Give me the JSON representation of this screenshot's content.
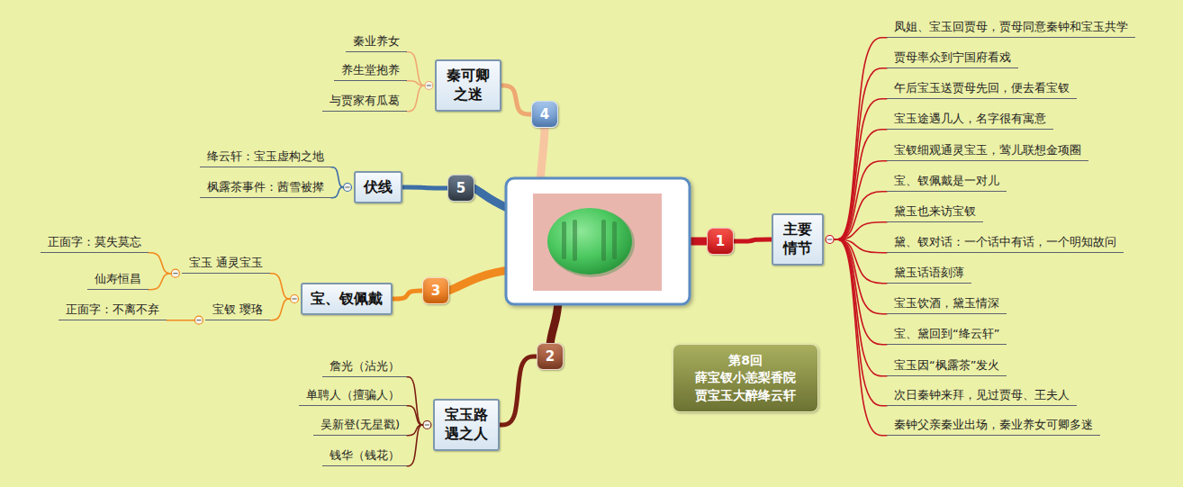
{
  "diagram": {
    "nodes": [
      {
        "text": [
          "1"
        ]
      },
      {
        "text": [
          "主要情节"
        ]
      },
      {
        "text": [
          "凤姐、宝玉回贾母，贾母同意秦钟和宝玉共学"
        ]
      },
      {
        "text": [
          "贾母率众到宁国府看戏"
        ]
      },
      {
        "text": [
          "午后宝玉送贾母先回，便去看宝钗"
        ]
      },
      {
        "text": [
          "宝玉途遇几人，名字很有寓意"
        ]
      },
      {
        "text": [
          "宝钗细观通灵宝玉，莺儿联想金项圈"
        ]
      },
      {
        "text": [
          "宝、钗佩戴是一对儿"
        ]
      },
      {
        "text": [
          "黛玉也来访宝钗"
        ]
      },
      {
        "text": [
          "黛、钗对话：一个话中有话，一个明知故问"
        ]
      },
      {
        "text": [
          "黛玉话语刻薄"
        ]
      },
      {
        "text": [
          "宝玉饮酒，黛玉情深"
        ]
      },
      {
        "text": [
          "宝、黛回到“绛云轩”"
        ]
      },
      {
        "text": [
          "宝玉因“枫露茶”发火"
        ]
      },
      {
        "text": [
          "次日秦钟来拜，见过贾母、王夫人"
        ]
      },
      {
        "text": [
          "秦钟父亲秦业出场，秦业养女可卿多迷"
        ]
      },
      {
        "text": [
          "2"
        ]
      },
      {
        "text": [
          "宝玉路遇之人"
        ]
      },
      {
        "text": [
          "詹光（沾光）"
        ]
      },
      {
        "text": [
          "单聘人（擅骗人）"
        ]
      },
      {
        "text": [
          "吴新登(无星戳)"
        ]
      },
      {
        "text": [
          "钱华（钱花）"
        ]
      },
      {
        "text": [
          "3"
        ]
      },
      {
        "text": [
          "宝、钗佩戴"
        ]
      },
      {
        "text": [
          "宝玉 通灵宝玉"
        ]
      },
      {
        "text": [
          "正面字：莫失莫忘"
        ]
      },
      {
        "text": [
          "仙寿恒昌"
        ]
      },
      {
        "text": [
          "宝钗 璎珞"
        ]
      },
      {
        "text": [
          "正面字：不离不弃"
        ]
      },
      {
        "text": [
          "4"
        ]
      },
      {
        "text": [
          "秦可卿之迷"
        ]
      },
      {
        "text": [
          "秦业养女"
        ]
      },
      {
        "text": [
          "养生堂抱养"
        ]
      },
      {
        "text": [
          "与贾家有瓜葛"
        ]
      },
      {
        "text": [
          "5"
        ]
      },
      {
        "text": [
          "伏线"
        ]
      },
      {
        "text": [
          "绛云轩：宝玉虚构之地"
        ]
      },
      {
        "text": [
          "枫露茶事件：茜雪被撵"
        ]
      },
      {
        "text": [
          "第8回",
          "薛宝钗小恙梨香院 贾宝玉大醉绛云轩"
        ]
      }
    ],
    "edges": [
      {
        "from": 0,
        "to": 1,
        "arrow": "none"
      },
      {
        "from": 1,
        "to": 2,
        "arrow": "none"
      },
      {
        "from": 1,
        "to": 3,
        "arrow": "none"
      },
      {
        "from": 1,
        "to": 4,
        "arrow": "none"
      },
      {
        "from": 1,
        "to": 5,
        "arrow": "none"
      },
      {
        "from": 1,
        "to": 6,
        "arrow": "none"
      },
      {
        "from": 1,
        "to": 7,
        "arrow": "none"
      },
      {
        "from": 1,
        "to": 8,
        "arrow": "none"
      },
      {
        "from": 1,
        "to": 9,
        "arrow": "none"
      },
      {
        "from": 1,
        "to": 10,
        "arrow": "none"
      },
      {
        "from": 1,
        "to": 11,
        "arrow": "none"
      },
      {
        "from": 1,
        "to": 12,
        "arrow": "none"
      },
      {
        "from": 1,
        "to": 13,
        "arrow": "none"
      },
      {
        "from": 1,
        "to": 14,
        "arrow": "none"
      },
      {
        "from": 1,
        "to": 15,
        "arrow": "none"
      },
      {
        "from": 16,
        "to": 17,
        "arrow": "none"
      },
      {
        "from": 17,
        "to": 18,
        "arrow": "none"
      },
      {
        "from": 17,
        "to": 19,
        "arrow": "none"
      },
      {
        "from": 17,
        "to": 20,
        "arrow": "none"
      },
      {
        "from": 17,
        "to": 21,
        "arrow": "none"
      },
      {
        "from": 22,
        "to": 23,
        "arrow": "none"
      },
      {
        "from": 23,
        "to": 24,
        "arrow": "none"
      },
      {
        "from": 24,
        "to": 25,
        "arrow": "none"
      },
      {
        "from": 24,
        "to": 26,
        "arrow": "none"
      },
      {
        "from": 23,
        "to": 27,
        "arrow": "none"
      },
      {
        "from": 27,
        "to": 28,
        "arrow": "none"
      },
      {
        "from": 29,
        "to": 30,
        "arrow": "none"
      },
      {
        "from": 30,
        "to": 31,
        "arrow": "none"
      },
      {
        "from": 30,
        "to": 32,
        "arrow": "none"
      },
      {
        "from": 30,
        "to": 33,
        "arrow": "none"
      },
      {
        "from": 34,
        "to": 35,
        "arrow": "none"
      },
      {
        "from": 35,
        "to": 36,
        "arrow": "none"
      },
      {
        "from": 35,
        "to": 37,
        "arrow": "none"
      }
    ]
  }
}
